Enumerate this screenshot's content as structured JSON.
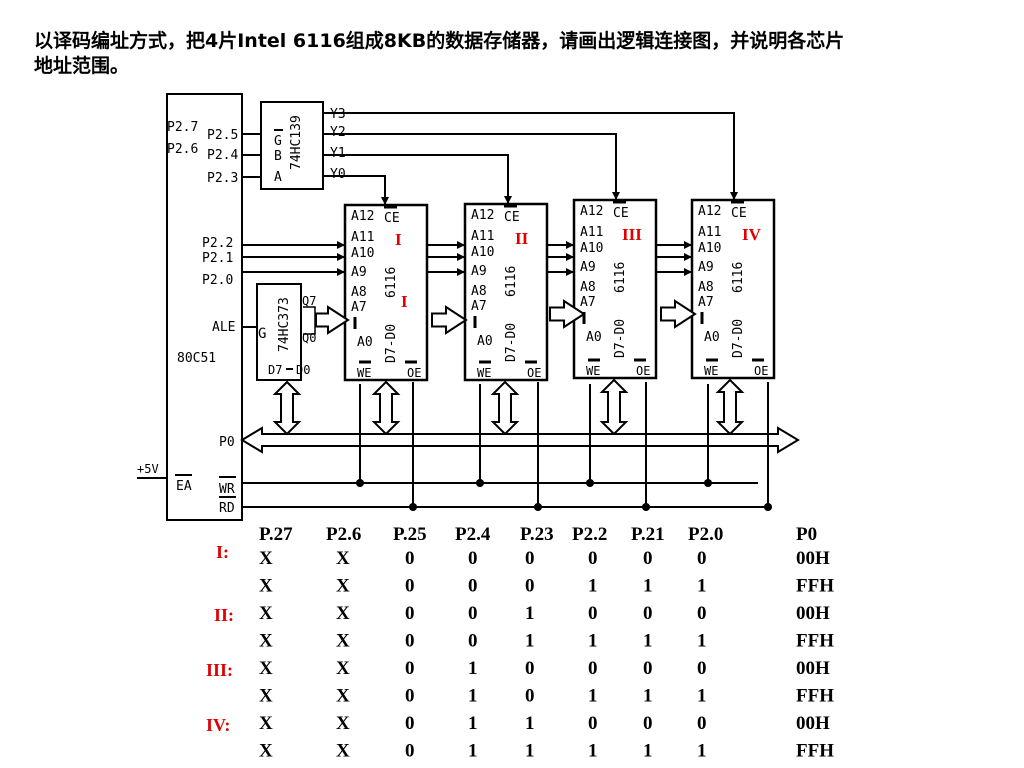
{
  "question": {
    "line1": "以译码编址方式，把4片Intel 6116组成8KB的数据存储器，请画出逻辑连接图，并说明各芯片",
    "line2": "地址范围。"
  },
  "diagram": {
    "mcu": {
      "name": "80C51",
      "pins_top": [
        "P2.7",
        "P2.6",
        "P2.5",
        "P2.4",
        "P2.3"
      ],
      "pins_mid": [
        "P2.2",
        "P2.1",
        "P2.0"
      ],
      "ale": "ALE",
      "p0": "P0",
      "ea": "EA",
      "wr": "WR",
      "rd": "RD",
      "vcc": "+5V"
    },
    "decoder": {
      "name": "74HC139",
      "inputs": [
        "G",
        "B",
        "A"
      ],
      "outputs": [
        "Y3",
        "Y2",
        "Y1",
        "Y0"
      ]
    },
    "latch": {
      "name": "74HC373",
      "g": "G",
      "q7": "Q7",
      "q0": "Q0",
      "d": "D7",
      "d0": "D0"
    },
    "chip_pins": {
      "a12": "A12",
      "a11": "A11",
      "a10": "A10",
      "a9": "A9",
      "a8": "A8",
      "a7": "A7",
      "a0": "A0",
      "ce": "CE",
      "we": "WE",
      "oe": "OE",
      "data": "D7-D0",
      "model": "6116"
    },
    "chips": [
      {
        "numeral": "I",
        "inner": "I"
      },
      {
        "numeral": "II",
        "inner": ""
      },
      {
        "numeral": "III",
        "inner": ""
      },
      {
        "numeral": "IV",
        "inner": ""
      }
    ]
  },
  "table": {
    "headers": [
      "P.27",
      "P2.6",
      "P.25",
      "P2.4",
      "P.23",
      "P2.2",
      "P.21",
      "P2.0",
      "P0"
    ],
    "groups": [
      {
        "label": "I:",
        "rows": [
          [
            "X",
            "X",
            "0",
            "0",
            "0",
            "0",
            "0",
            "0",
            "00H"
          ],
          [
            "X",
            "X",
            "0",
            "0",
            "0",
            "1",
            "1",
            "1",
            "FFH"
          ]
        ]
      },
      {
        "label": "II:",
        "rows": [
          [
            "X",
            "X",
            "0",
            "0",
            "1",
            "0",
            "0",
            "0",
            "00H"
          ],
          [
            "X",
            "X",
            "0",
            "0",
            "1",
            "1",
            "1",
            "1",
            "FFH"
          ]
        ]
      },
      {
        "label": "III:",
        "rows": [
          [
            "X",
            "X",
            "0",
            "1",
            "0",
            "0",
            "0",
            "0",
            "00H"
          ],
          [
            "X",
            "X",
            "0",
            "1",
            "0",
            "1",
            "1",
            "1",
            "FFH"
          ]
        ]
      },
      {
        "label": "IV:",
        "rows": [
          [
            "X",
            "X",
            "0",
            "1",
            "1",
            "0",
            "0",
            "0",
            "00H"
          ],
          [
            "X",
            "X",
            "0",
            "1",
            "1",
            "1",
            "1",
            "1",
            "FFH"
          ]
        ]
      }
    ]
  },
  "colors": {
    "highlight": "#e00000",
    "line": "#000000",
    "background": "#ffffff"
  }
}
